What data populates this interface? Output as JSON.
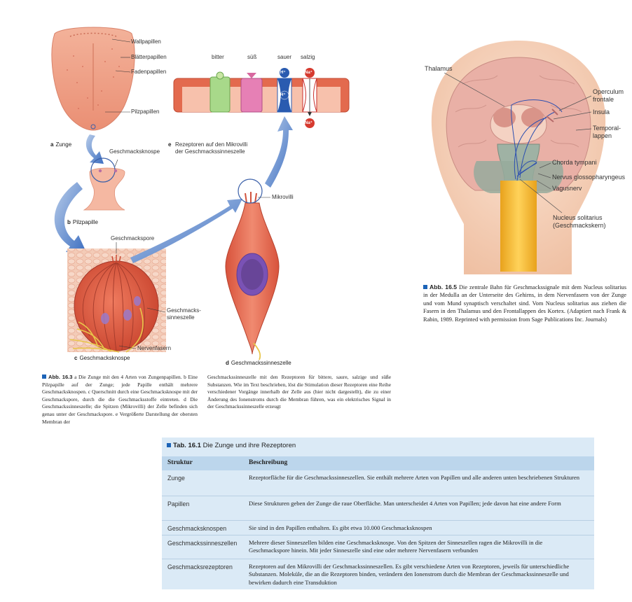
{
  "figure_163": {
    "labels": {
      "wallpapillen": "Wallpapillen",
      "blaetterpapillen": "Blätterpapillen",
      "fadenpapillen": "Fadenpapillen",
      "pilzpapillen": "Pilzpapillen",
      "geschmacksknospe": "Geschmacksknospe",
      "geschmackspore": "Geschmackspore",
      "geschmackssinneszelle": "Geschmacks-\nsinneszelle",
      "nervenfasern": "Nervenfasern",
      "mikrovilli": "Mikrovilli",
      "bitter": "bitter",
      "suess": "süß",
      "sauer": "sauer",
      "salzig": "salzig",
      "h_plus": "H⁺",
      "na_plus": "Na⁺",
      "rezeptoren": "Rezeptoren auf den Mikrovilli\nder Geschmackssinneszelle"
    },
    "panels": {
      "a_letter": "a",
      "a": "Zunge",
      "b_letter": "b",
      "b": "Pilzpapille",
      "c_letter": "c",
      "c": "Geschmacksknospe",
      "d_letter": "d",
      "d": "Geschmackssinneszelle",
      "e_letter": "e"
    },
    "caption_tag": "Abb. 16.3",
    "caption_left": "a Die Zunge mit den 4 Arten von Zungenpapillen. b Eine Pilzpapille auf der Zunge; jede Papille enthält mehrere Geschmacksknospen. c Querschnitt durch eine Geschmacksknospe mit der Geschmackspore, durch die die Geschmacksstoffe eintreten. d Die Geschmackssinneszelle; die Spitzen (Mikrovilli) der Zelle befinden sich genau unter der Geschmackspore. e Vergrößerte Darstellung der obersten Membran der",
    "caption_right": "Geschmackssinneszelle mit den Rezeptoren für bittere, saure, salzige und süße Substanzen. Wie im Text beschrieben, löst die Stimulation dieser Rezeptoren eine Reihe verschiedener Vorgänge innerhalb der Zelle aus (hier nicht dargestellt), die zu einer Änderung des Ionenstroms durch die Membran führen, was ein elektrisches Signal in der Geschmackssinneszelle erzeugt"
  },
  "figure_165": {
    "labels": {
      "thalamus": "Thalamus",
      "operculum": "Operculum\nfrontale",
      "insula": "Insula",
      "temporallappen": "Temporal-\nlappen",
      "chorda": "Chorda tympani",
      "glosso": "Nervus glossopharyngeus",
      "vagus": "Vagusnerv",
      "nucleus": "Nucleus solitarius\n(Geschmackskern)"
    },
    "caption_tag": "Abb. 16.5",
    "caption": "Die zentrale Bahn für Geschmackssignale mit dem Nucleus solitarius in der Medulla an der Unterseite des Gehirns, in dem Nervenfasern von der Zunge und vom Mund synaptisch verschaltet sind. Vom Nucleus solitarius aus ziehen die Fasern in den Thalamus und den Frontallappen des Kortex. (Adaptiert nach Frank & Rabin, 1989. Reprinted with permission from Sage Publications Inc. Journals)"
  },
  "table": {
    "tag": "Tab. 16.1",
    "title": "Die Zunge und ihre Rezeptoren",
    "headers": [
      "Struktur",
      "Beschreibung"
    ],
    "rows": [
      {
        "struktur": "Zunge",
        "beschreibung": "Rezeptorfläche für die Geschmackssinneszellen. Sie enthält mehrere Arten von Papillen und alle anderen unten beschriebenen Strukturen"
      },
      {
        "struktur": "Papillen",
        "beschreibung": "Diese Strukturen geben der Zunge die raue Oberfläche. Man unterscheidet 4 Arten von Papillen; jede davon hat eine andere Form"
      },
      {
        "struktur": "Geschmacksknospen",
        "beschreibung": "Sie sind in den Papillen enthalten. Es gibt etwa 10.000 Geschmacksknospen"
      },
      {
        "struktur": "Geschmackssinneszellen",
        "beschreibung": "Mehrere dieser Sinneszellen bilden eine Geschmacksknospe. Von den Spitzen der Sinneszellen ragen die Mikrovilli in die Geschmackspore hinein. Mit jeder Sinneszelle sind eine oder mehrere Nervenfasern verbunden"
      },
      {
        "struktur": "Geschmacksrezeptoren",
        "beschreibung": "Rezeptoren auf den Mikrovilli der Geschmackssinneszellen. Es gibt verschiedene Arten von Rezeptoren, jeweils für unterschiedliche Substanzen. Moleküle, die an die Rezeptoren binden, verändern den Ionenstrom durch die Membran der Geschmackssinneszelle und bewirken dadurch eine Transduktion"
      }
    ]
  },
  "colors": {
    "accent_blue": "#1c63b7",
    "table_bg": "#dbeaf6",
    "table_header": "#bcd6ec",
    "tissue_red": "#e0624c",
    "tongue": "#f0a48a"
  }
}
